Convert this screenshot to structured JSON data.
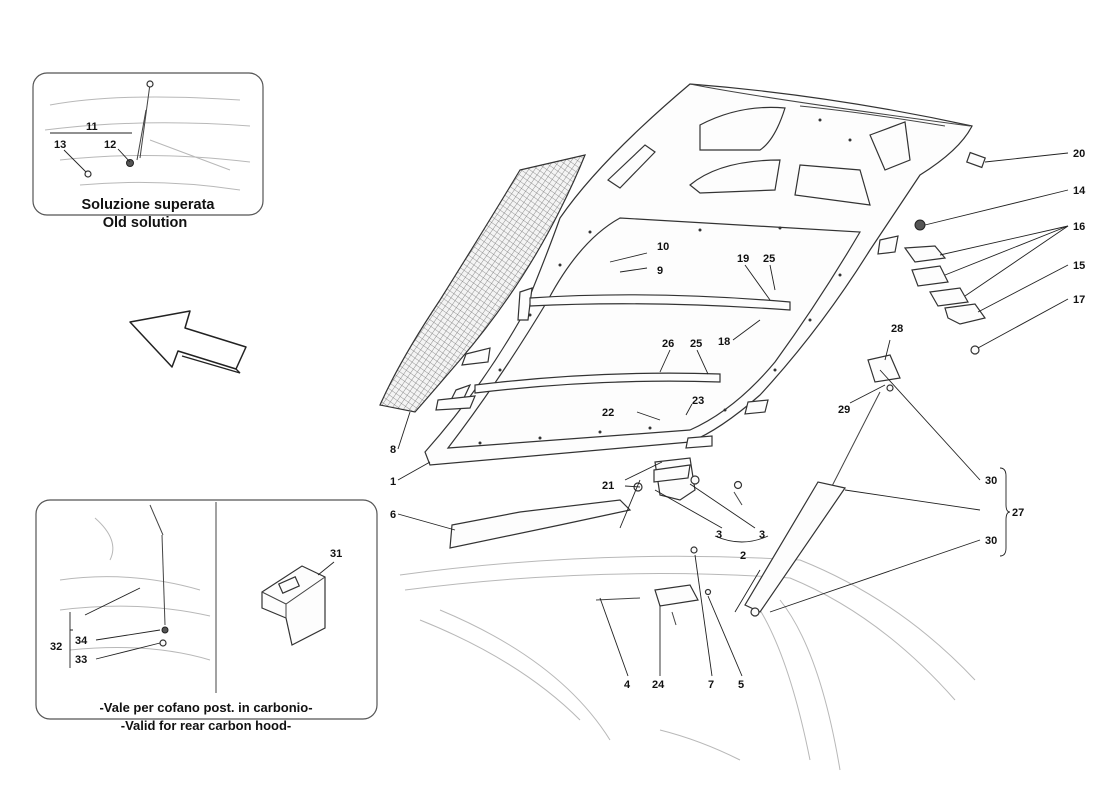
{
  "inset_top": {
    "caption_it": "Soluzione superata",
    "caption_en": "Old solution",
    "callouts": {
      "p11": "11",
      "p12": "12",
      "p13": "13"
    }
  },
  "inset_bottom": {
    "caption_it": "-Vale per cofano post. in carbonio-",
    "caption_en": "-Valid for rear carbon hood-",
    "callouts": {
      "p31": "31",
      "p32": "32",
      "p33": "33",
      "p34": "34"
    }
  },
  "callouts": {
    "p1": "1",
    "p2": "2",
    "p3a": "3",
    "p3b": "3",
    "p4": "4",
    "p5": "5",
    "p6": "6",
    "p7": "7",
    "p8": "8",
    "p9": "9",
    "p10": "10",
    "p14": "14",
    "p15": "15",
    "p16": "16",
    "p17": "17",
    "p18": "18",
    "p19": "19",
    "p20": "20",
    "p21": "21",
    "p22": "22",
    "p23": "23",
    "p24": "24",
    "p25a": "25",
    "p25b": "25",
    "p26": "26",
    "p27": "27",
    "p28": "28",
    "p29": "29",
    "p30a": "30",
    "p30b": "30"
  },
  "icons": {
    "direction_arrow": "arrow-right-up-icon"
  }
}
